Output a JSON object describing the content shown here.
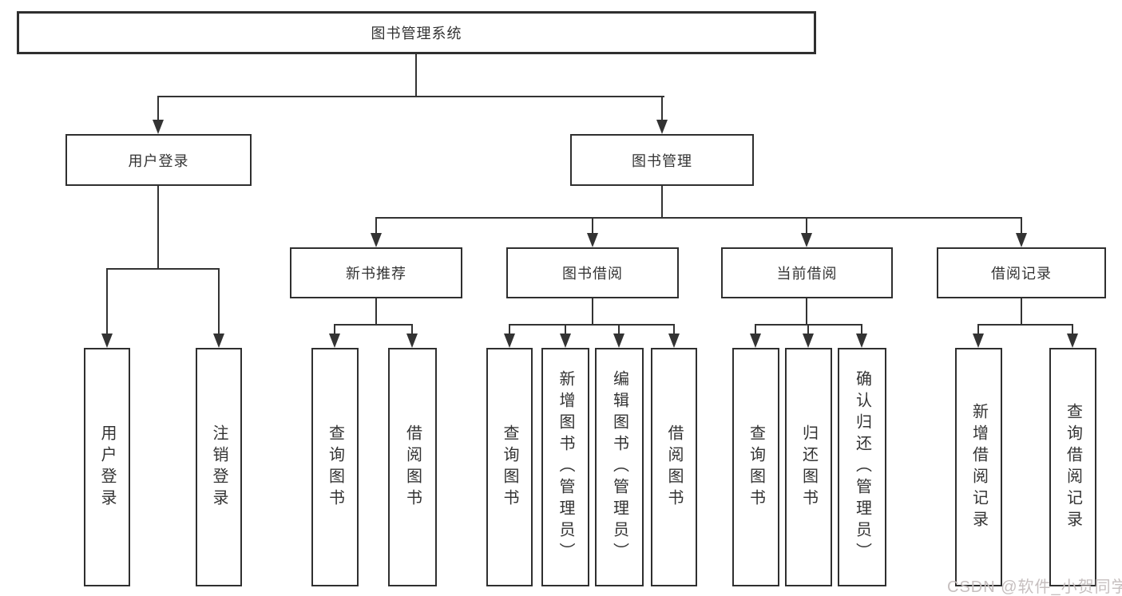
{
  "watermark_text": "CSDN @软件_小贺同学",
  "nodes": {
    "root": "图书管理系统",
    "user_login": "用户登录",
    "book_management": "图书管理",
    "new_book_recommend": "新书推荐",
    "book_borrowing": "图书借阅",
    "current_borrowing": "当前借阅",
    "borrow_records": "借阅记录",
    "leaf_user_login": "用户登录",
    "leaf_logout": "注销登录",
    "rec_query_books": "查询图书",
    "rec_borrow_books": "借阅图书",
    "bb_query_books": "查询图书",
    "bb_add_books_admin": "新增图书（管理员）",
    "bb_edit_books_admin": "编辑图书（管理员）",
    "bb_borrow_books": "借阅图书",
    "cb_query_books": "查询图书",
    "cb_return_books": "归还图书",
    "cb_confirm_return_admin": "确认归还（管理员）",
    "br_add_record": "新增借阅记录",
    "br_query_record": "查询借阅记录"
  },
  "colors": {
    "line": "#333333",
    "box_background": "#ffffff",
    "watermark": "#c6bfbf"
  }
}
